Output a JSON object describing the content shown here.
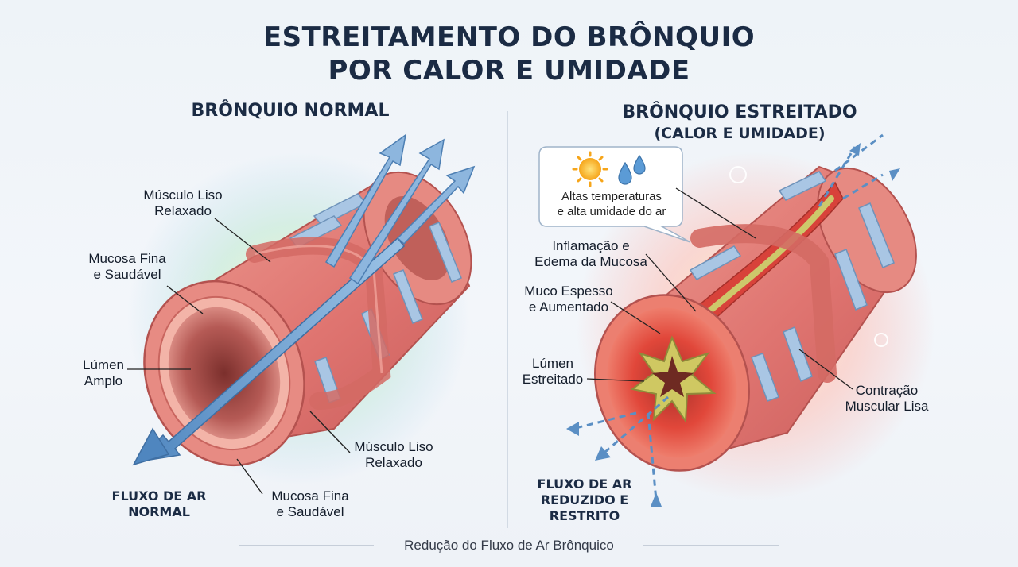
{
  "title": {
    "line1": "ESTREITAMENTO DO BRÔNQUIO",
    "line2": "POR CALOR E UMIDADE"
  },
  "left_panel": {
    "heading": "BRÔNQUIO NORMAL",
    "labels": {
      "smooth_muscle_top": [
        "Músculo Liso",
        "Relaxado"
      ],
      "mucosa_top": [
        "Mucosa Fina",
        "e Saudável"
      ],
      "lumen": [
        "Lúmen",
        "Amplo"
      ],
      "smooth_muscle_bottom": [
        "Músculo Liso",
        "Relaxado"
      ],
      "mucosa_bottom": [
        "Mucosa Fina",
        "e Saudável"
      ],
      "airflow": [
        "FLUXO DE AR",
        "NORMAL"
      ]
    }
  },
  "right_panel": {
    "heading_line1": "BRÔNQUIO ESTREITADO",
    "heading_line2": "(CALOR E UMIDADE)",
    "callout": {
      "line1": "Altas temperaturas",
      "line2": "e alta umidade do ar",
      "icons": [
        "sun-icon",
        "water-drops-icon"
      ]
    },
    "labels": {
      "inflammation": [
        "Inflamação e",
        "Edema da Mucosa"
      ],
      "mucus": [
        "Muco Espesso",
        "e Aumentado"
      ],
      "lumen": [
        "Lúmen",
        "Estreitado"
      ],
      "contraction": [
        "Contração",
        "Muscular Lisa"
      ],
      "airflow": [
        "FLUXO DE AR",
        "REDUZIDO E",
        "RESTRITO"
      ]
    }
  },
  "footer": "Redução do Fluxo de Ar Brônquico",
  "colors": {
    "title": "#1b2b44",
    "tissue": "#e07a74",
    "tissue_dark": "#b9514f",
    "cartilage": "#a9c6e4",
    "mucus": "#c9c46a",
    "inflamed": "#e04a3a",
    "arrow": "#5b8fc4"
  }
}
